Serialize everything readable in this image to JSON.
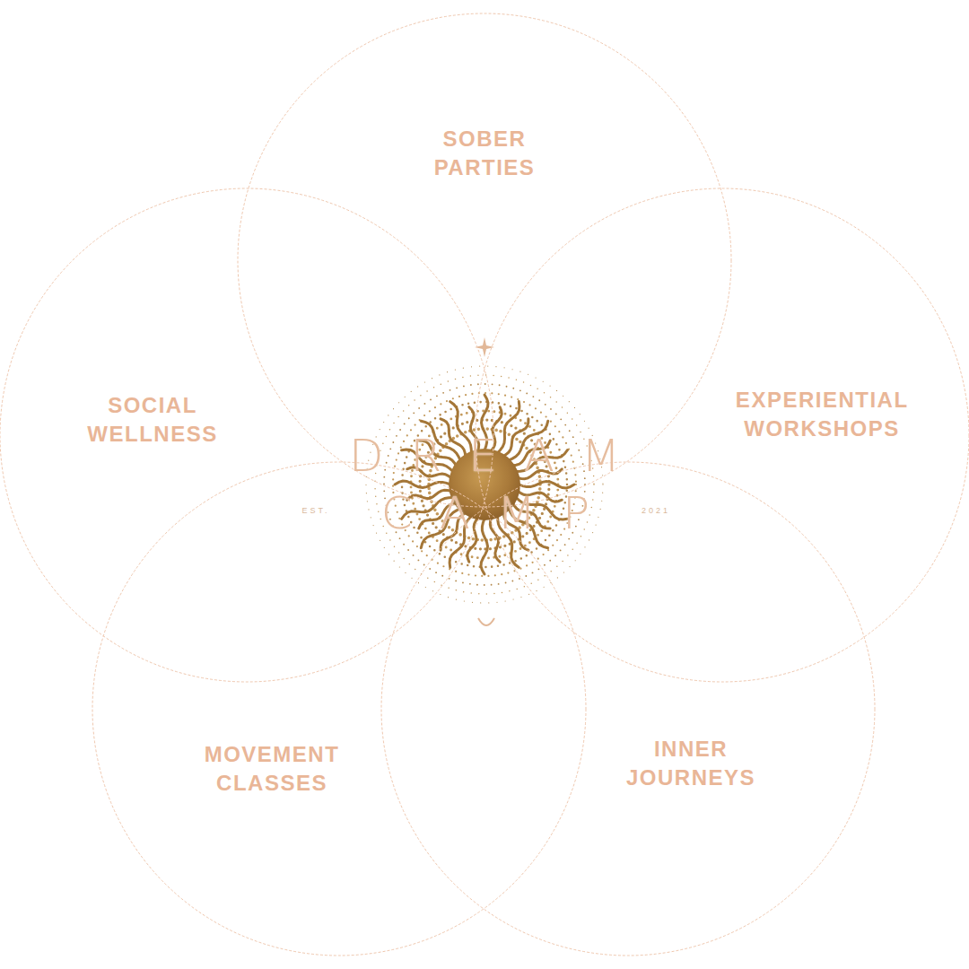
{
  "diagram": {
    "nodes": [
      {
        "text": [
          "SOBER PARTIES"
        ]
      },
      {
        "text": [
          "SOCIAL WELLNESS"
        ]
      },
      {
        "text": [
          "EXPERIENTIAL WORKSHOPS"
        ]
      },
      {
        "text": [
          "MOVEMENT CLASSES"
        ]
      },
      {
        "text": [
          "INNER JOURNEYS"
        ]
      }
    ],
    "labels": [
      "DREAM",
      "CAMP",
      "EST.",
      "2021"
    ]
  }
}
